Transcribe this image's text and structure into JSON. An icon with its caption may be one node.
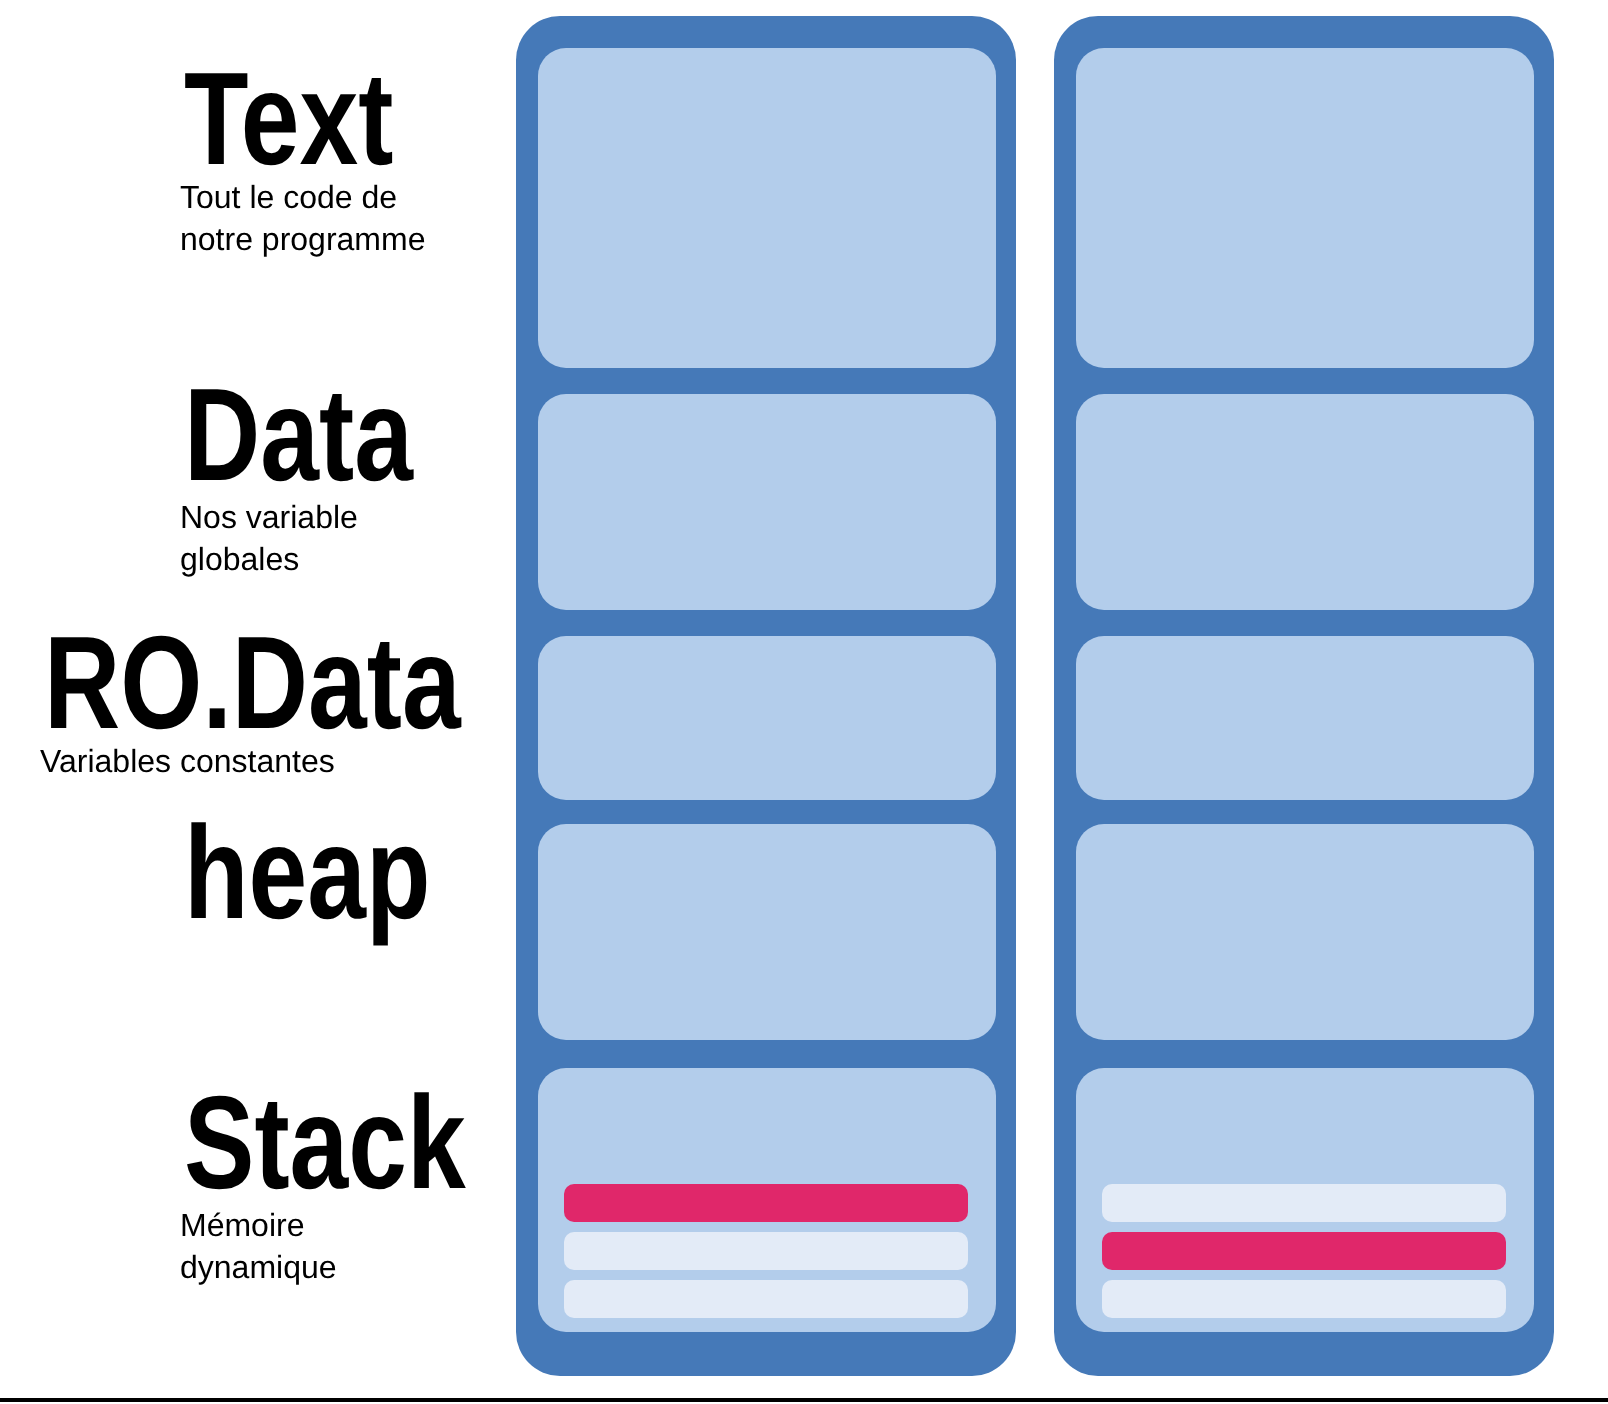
{
  "diagram": {
    "nodes": [
      {
        "text": [],
        "shape": "box"
      },
      {
        "text": [],
        "shape": "box",
        "in": 0
      },
      {
        "text": [],
        "shape": "box",
        "in": 0
      },
      {
        "text": [],
        "shape": "box",
        "in": 0
      },
      {
        "text": [],
        "shape": "box",
        "in": 0
      },
      {
        "text": [],
        "shape": "box",
        "in": 0
      },
      {
        "text": [],
        "shape": "box"
      },
      {
        "text": [],
        "shape": "box",
        "in": 6
      },
      {
        "text": [],
        "shape": "box",
        "in": 6
      },
      {
        "text": [],
        "shape": "box",
        "in": 6
      },
      {
        "text": [],
        "shape": "box",
        "in": 6
      },
      {
        "text": [],
        "shape": "box",
        "in": 6
      }
    ],
    "edges": [],
    "labels": [
      "Text",
      "Tout le code de notre programme",
      "Data",
      "Nos variable globales",
      "RO.Data",
      "Variables constantes",
      "heap",
      "Stack",
      "Mémoire dynamique"
    ]
  }
}
